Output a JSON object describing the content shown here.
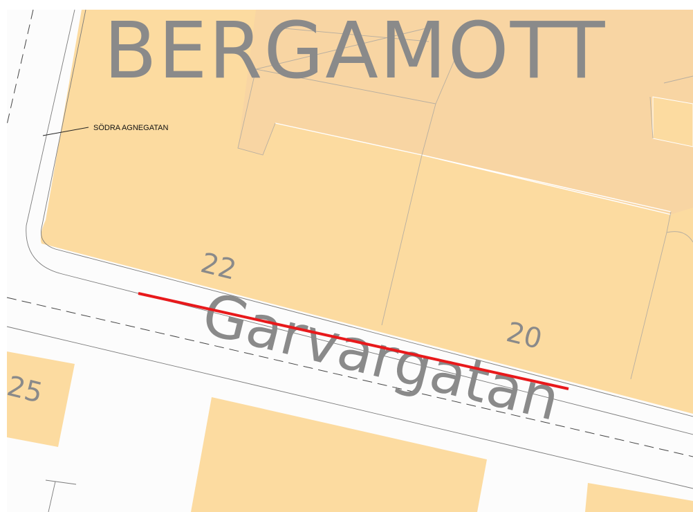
{
  "map": {
    "colors": {
      "background": "#fcfcfc",
      "parcel": "#fcdba0",
      "parcel_dark": "#f7d39e",
      "parcel_edge": "#a9a6a0",
      "road_line": "#444444",
      "label": "#8a8a8a",
      "highlight": "#e8191b"
    },
    "labels": {
      "district": "BERGAMOTT",
      "street": "Garvargatan",
      "annotation": "SÖDRA AGNEGATAN",
      "parcel_22": "22",
      "parcel_20": "20",
      "parcel_25": "25"
    },
    "icons": {
      "highlight": "highlighted-street-segment"
    }
  }
}
